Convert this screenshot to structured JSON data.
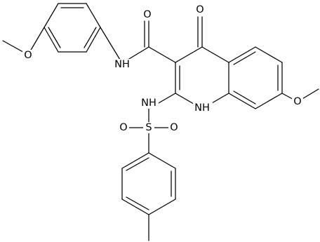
{
  "molecule": {
    "atom_labels": {
      "o_methoxy_left": "O",
      "o_amide": "O",
      "o_ketone": "O",
      "n_amide": "NH",
      "n_ring": "NH",
      "h_ring": "H",
      "o_methoxy_right": "O",
      "n_sulfonamide": "NH",
      "s_sulfonyl": "S",
      "o_sulfonyl_left": "O",
      "o_sulfonyl_right": "O"
    }
  }
}
